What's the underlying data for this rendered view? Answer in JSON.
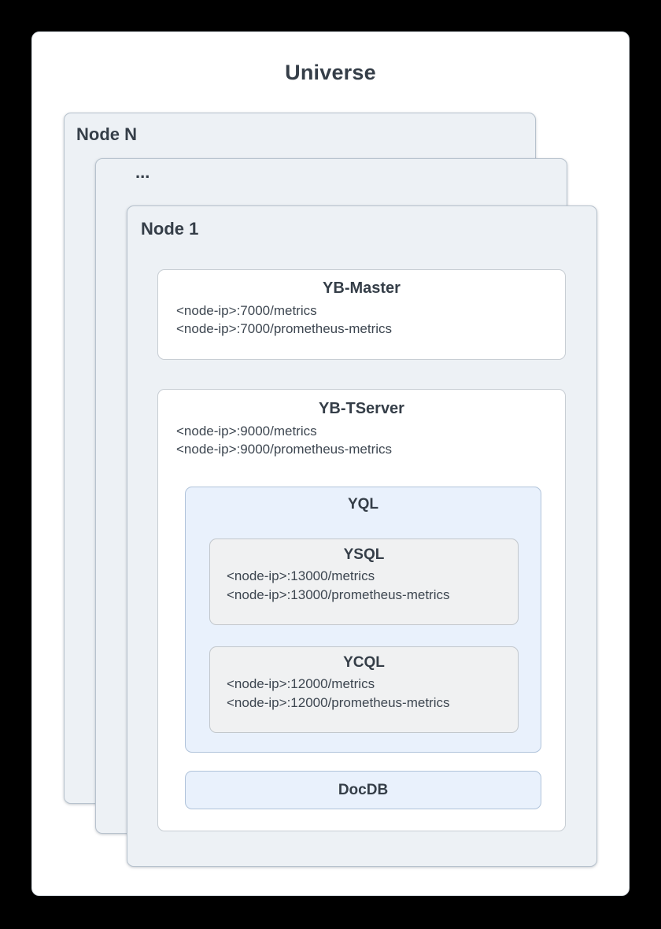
{
  "title": "Universe",
  "node_n": {
    "label": "Node N"
  },
  "ellipsis": {
    "label": "..."
  },
  "node_1": {
    "label": "Node 1"
  },
  "yb_master": {
    "title": "YB-Master",
    "lines": [
      "<node-ip>:7000/metrics",
      "<node-ip>:7000/prometheus-metrics"
    ]
  },
  "yb_tserver": {
    "title": "YB-TServer",
    "lines": [
      "<node-ip>:9000/metrics",
      "<node-ip>:9000/prometheus-metrics"
    ]
  },
  "yql": {
    "title": "YQL",
    "ysql": {
      "title": "YSQL",
      "lines": [
        "<node-ip>:13000/metrics",
        "<node-ip>:13000/prometheus-metrics"
      ]
    },
    "ycql": {
      "title": "YCQL",
      "lines": [
        "<node-ip>:12000/metrics",
        "<node-ip>:12000/prometheus-metrics"
      ]
    }
  },
  "docdb": {
    "title": "DocDB"
  },
  "colors": {
    "page_bg": "#000000",
    "card_bg": "#ffffff",
    "card_border": "#dde3e8",
    "node_fill": "#edf1f5",
    "node_border": "#b7c2cd",
    "white_box_border": "#c7cdd3",
    "blue_fill": "#e9f1fc",
    "blue_border": "#b0c3da",
    "gray_fill": "#f0f1f2",
    "gray_border": "#c2c7cc",
    "heading_text": "#353e48",
    "body_text": "#3d4650"
  }
}
